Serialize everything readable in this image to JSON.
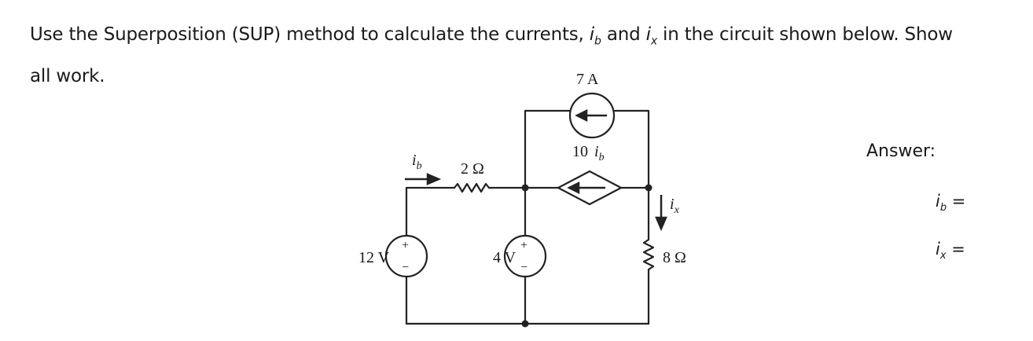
{
  "problem": {
    "line1": "Use the Superposition (SUP) method to calculate the currents,",
    "ib": "i",
    "ib_sub": "b",
    "and": "and",
    "ix": "i",
    "ix_sub": "x",
    "line1_end": "in the circuit shown below. Show",
    "line2": "all work."
  },
  "circuit": {
    "current_source_label": "7 A",
    "dependent_source_label": "10",
    "dependent_var": "i",
    "dependent_var_sub": "b",
    "ib_label": "i",
    "ib_label_sub": "b",
    "resistor_2_label": "2 Ω",
    "source_12v_label": "12 V",
    "source_4v_label": "4 V",
    "ix_label": "i",
    "ix_label_sub": "x",
    "resistor_8_label": "8 Ω",
    "plus": "+",
    "minus": "−"
  },
  "answer": {
    "title": "Answer:",
    "ib_var": "i",
    "ib_sub": "b",
    "ib_eq": "=",
    "ix_var": "i",
    "ix_sub": "x",
    "ix_eq": "="
  }
}
